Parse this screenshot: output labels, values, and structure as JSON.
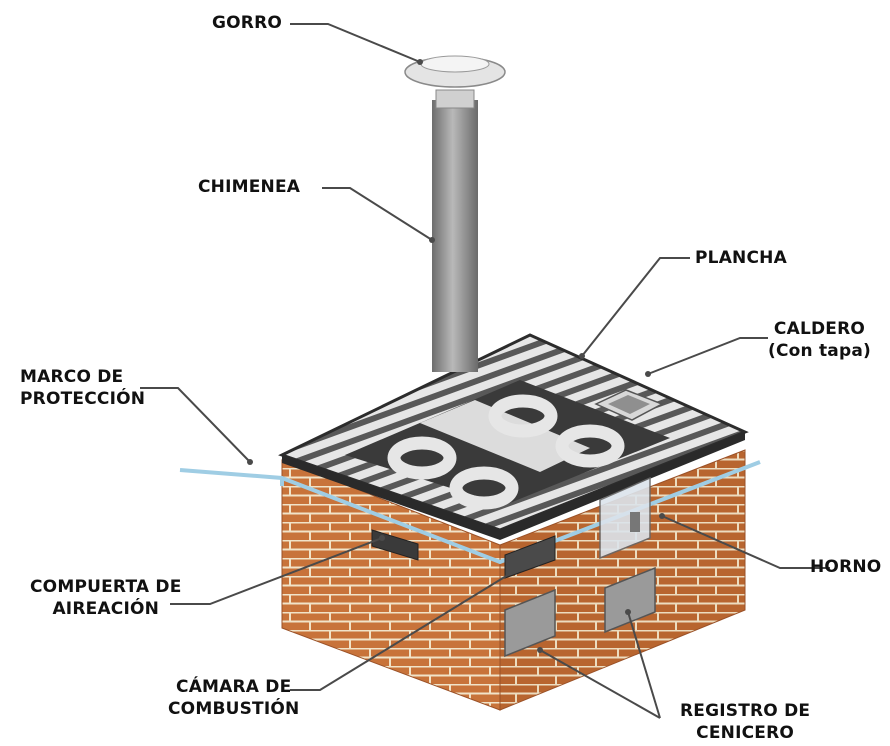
{
  "labels": {
    "gorro": "GORRO",
    "chimenea": "CHIMENEA",
    "plancha": "PLANCHA",
    "caldero": [
      "CALDERO",
      "(Con tapa)"
    ],
    "marco": [
      "MARCO DE",
      "PROTECCIÓN"
    ],
    "horno": "HORNO",
    "compuerta": [
      "COMPUERTA DE",
      "AIREACIÓN"
    ],
    "camara": [
      "CÁMARA DE",
      "COMBUSTIÓN"
    ],
    "registro": [
      "REGISTRO DE",
      "CENICERO"
    ]
  },
  "colors": {
    "brick": "#c8733a",
    "mortar": "#f1e3c8",
    "plate": "#3c3c3c",
    "metal": "#9a9a9a",
    "leader": "#4a4a4a"
  }
}
